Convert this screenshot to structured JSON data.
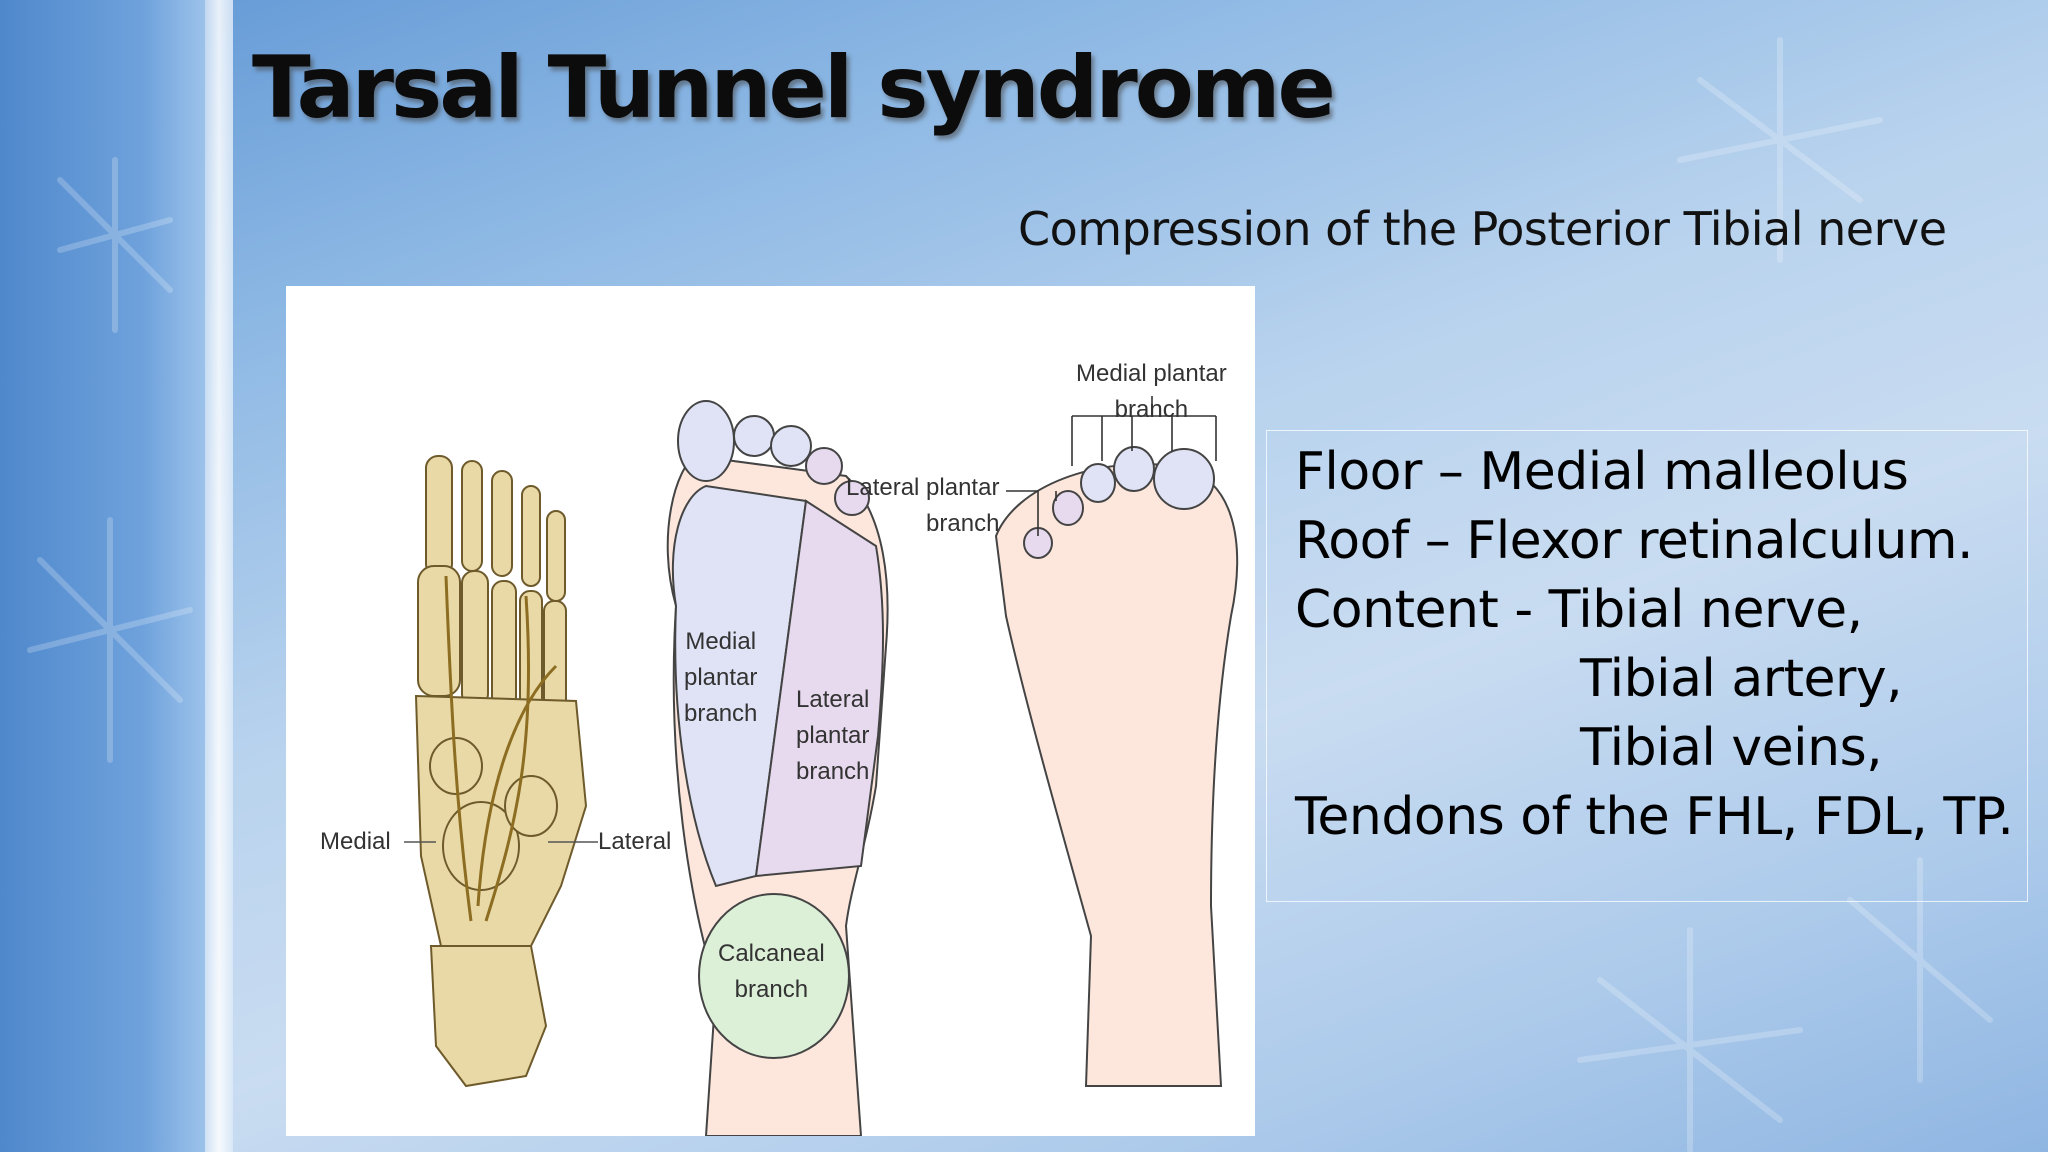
{
  "slide": {
    "title": "Tarsal Tunnel syndrome",
    "subtitle": "Compression of the Posterior Tibial nerve"
  },
  "figure": {
    "labels": {
      "medial": "Medial",
      "lateral": "Lateral",
      "medial_plantar_branch_sole": [
        "Medial",
        "plantar",
        "branch"
      ],
      "lateral_plantar_branch_sole": [
        "Lateral",
        "plantar",
        "branch"
      ],
      "calcaneal_branch": [
        "Calcaneal",
        "branch"
      ],
      "lateral_plantar_branch_toes": [
        "Lateral plantar",
        "branch"
      ],
      "medial_plantar_branch_toes": [
        "Medial plantar",
        "branch"
      ]
    },
    "colors": {
      "bone": "#e9d9a6",
      "medial_region": "#dfe3f5",
      "lateral_region": "#e7d9ee",
      "calcaneal_region": "#dcefd7",
      "skin": "#fde7dc"
    }
  },
  "content": {
    "lines": [
      "Floor – Medial malleolus",
      "Roof – Flexor retinalculum.",
      "Content - Tibial nerve,",
      "Tibial artery,",
      "Tibial veins,",
      "Tendons of the FHL, FDL, TP."
    ]
  }
}
